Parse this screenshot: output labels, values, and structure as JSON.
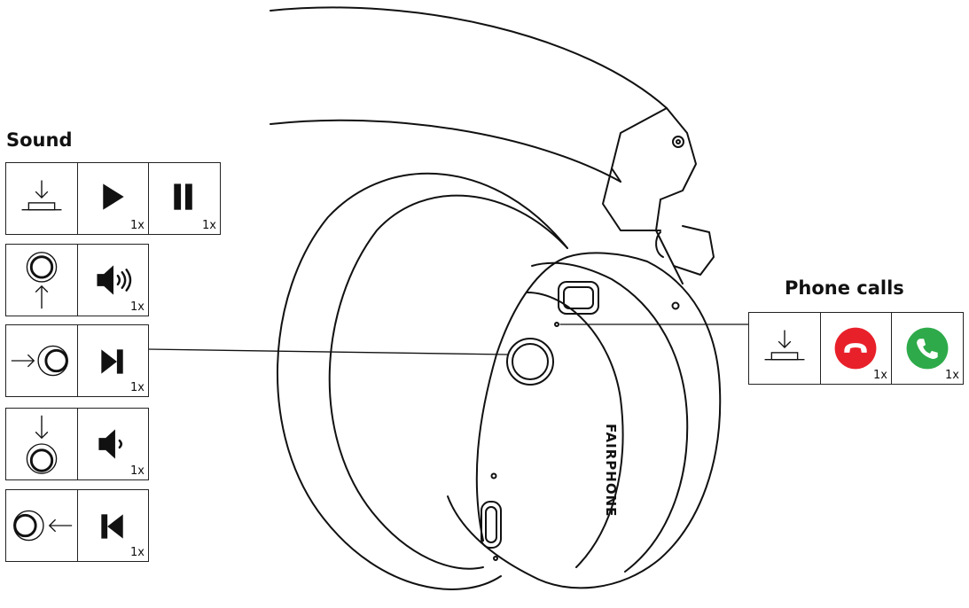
{
  "sections": {
    "sound": {
      "title": "Sound",
      "rows": [
        {
          "gesture": "press-down-icon",
          "actions": [
            {
              "icon": "play-icon",
              "count": "1x"
            },
            {
              "icon": "pause-icon",
              "count": "1x"
            }
          ]
        },
        {
          "gesture": "push-up-icon",
          "actions": [
            {
              "icon": "volume-up-icon",
              "count": "1x"
            }
          ]
        },
        {
          "gesture": "push-left-icon",
          "actions": [
            {
              "icon": "next-track-icon",
              "count": "1x"
            }
          ]
        },
        {
          "gesture": "push-down-icon",
          "actions": [
            {
              "icon": "volume-down-icon",
              "count": "1x"
            }
          ]
        },
        {
          "gesture": "push-right-icon",
          "actions": [
            {
              "icon": "previous-track-icon",
              "count": "1x"
            }
          ]
        }
      ]
    },
    "phone_calls": {
      "title": "Phone calls",
      "gesture": "press-down-icon",
      "actions": [
        {
          "icon": "end-call-icon",
          "count": "1x",
          "color": "#e8202a"
        },
        {
          "icon": "answer-call-icon",
          "count": "1x",
          "color": "#2eaa4a"
        }
      ]
    }
  },
  "illustration": {
    "brand": "FAIRPHONE"
  }
}
